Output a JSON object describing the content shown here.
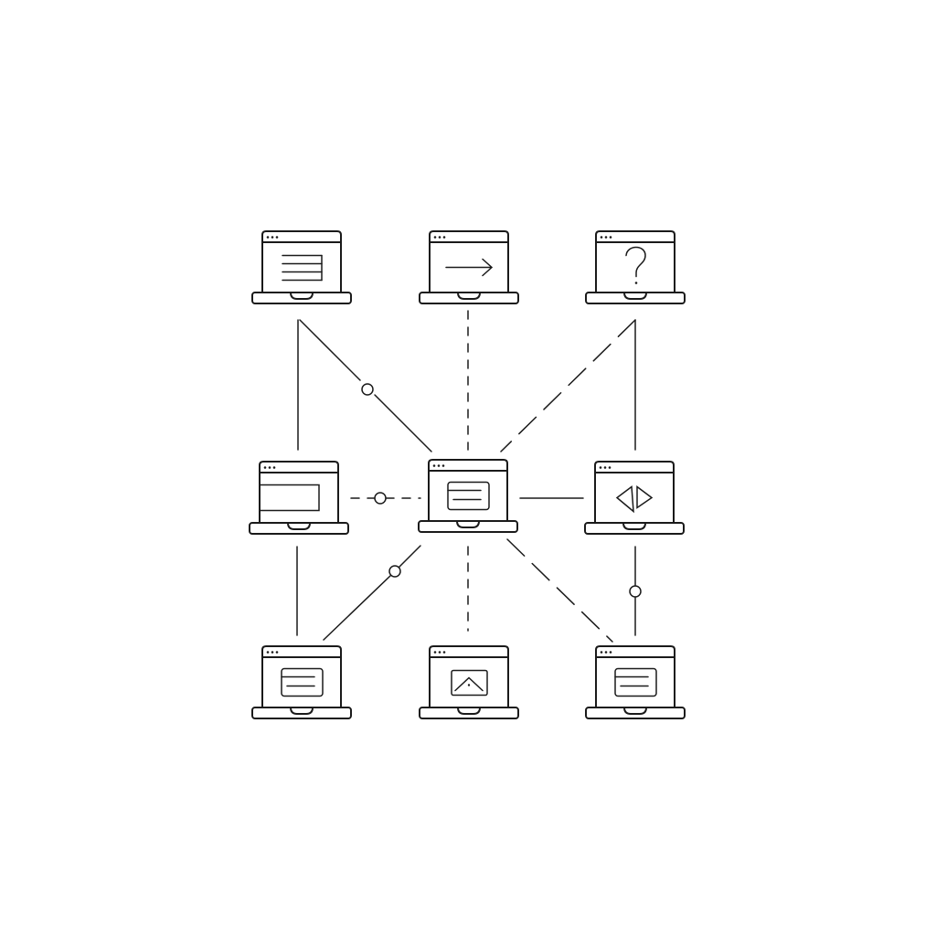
{
  "diagram": {
    "stroke_color": "#1a1a1a",
    "background": "#ffffff",
    "nodes": [
      {
        "id": "top-left",
        "screen_icon": "text-lines-icon"
      },
      {
        "id": "top-center",
        "screen_icon": "arrow-right-icon"
      },
      {
        "id": "top-right",
        "screen_icon": "question-mark-icon"
      },
      {
        "id": "middle-left",
        "screen_icon": "window-panel-icon"
      },
      {
        "id": "center",
        "screen_icon": "card-icon"
      },
      {
        "id": "middle-right",
        "screen_icon": "code-brackets-icon"
      },
      {
        "id": "bottom-left",
        "screen_icon": "card-icon"
      },
      {
        "id": "bottom-center",
        "screen_icon": "image-icon"
      },
      {
        "id": "bottom-right",
        "screen_icon": "card-icon"
      }
    ],
    "connections": [
      {
        "from": "top-left",
        "to": "middle-left",
        "style": "solid"
      },
      {
        "from": "top-left",
        "to": "center",
        "style": "solid",
        "node_circle": true
      },
      {
        "from": "top-center",
        "to": "center",
        "style": "dashed"
      },
      {
        "from": "top-right",
        "to": "center",
        "style": "dash-long"
      },
      {
        "from": "top-right",
        "to": "middle-right",
        "style": "solid"
      },
      {
        "from": "middle-left",
        "to": "center",
        "style": "dashed",
        "node_circle": true
      },
      {
        "from": "center",
        "to": "middle-right",
        "style": "solid"
      },
      {
        "from": "middle-left",
        "to": "bottom-left",
        "style": "solid"
      },
      {
        "from": "center",
        "to": "bottom-left",
        "style": "solid",
        "node_circle": true
      },
      {
        "from": "center",
        "to": "bottom-center",
        "style": "dashed"
      },
      {
        "from": "center",
        "to": "bottom-right",
        "style": "dash-long"
      },
      {
        "from": "middle-right",
        "to": "bottom-right",
        "style": "solid",
        "node_circle": true
      }
    ]
  }
}
